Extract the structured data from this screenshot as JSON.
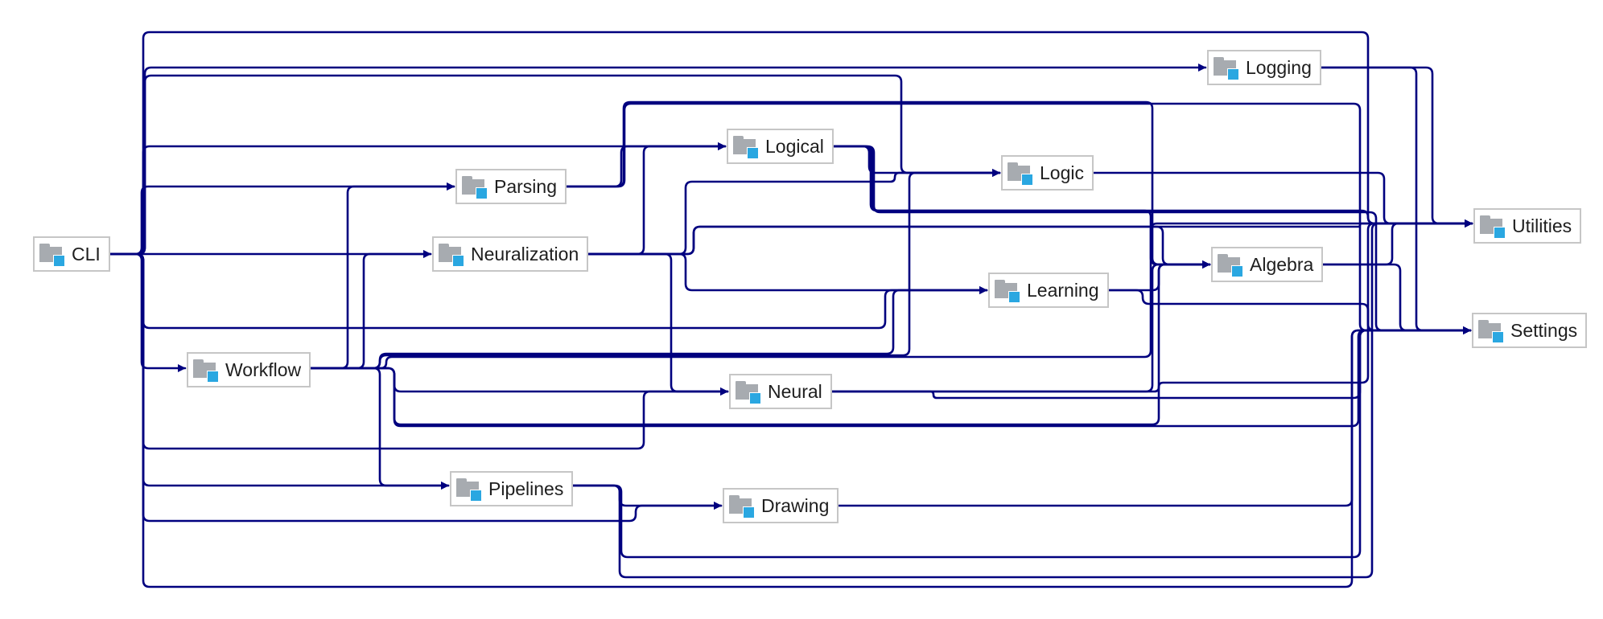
{
  "diagram": {
    "edge_color": "#00007f",
    "icon_colors": {
      "folder": "#a7abb0",
      "badge": "#2aa7e1"
    },
    "nodes": [
      {
        "id": "cli",
        "label": "CLI",
        "icon": "folder-icon"
      },
      {
        "id": "logging",
        "label": "Logging",
        "icon": "folder-icon"
      },
      {
        "id": "logical",
        "label": "Logical",
        "icon": "folder-icon"
      },
      {
        "id": "logic",
        "label": "Logic",
        "icon": "folder-icon"
      },
      {
        "id": "parsing",
        "label": "Parsing",
        "icon": "folder-icon"
      },
      {
        "id": "utilities",
        "label": "Utilities",
        "icon": "folder-icon"
      },
      {
        "id": "neuralization",
        "label": "Neuralization",
        "icon": "folder-icon"
      },
      {
        "id": "algebra",
        "label": "Algebra",
        "icon": "folder-icon"
      },
      {
        "id": "learning",
        "label": "Learning",
        "icon": "folder-icon"
      },
      {
        "id": "settings",
        "label": "Settings",
        "icon": "folder-icon"
      },
      {
        "id": "workflow",
        "label": "Workflow",
        "icon": "folder-icon"
      },
      {
        "id": "neural",
        "label": "Neural",
        "icon": "folder-icon"
      },
      {
        "id": "pipelines",
        "label": "Pipelines",
        "icon": "folder-icon"
      },
      {
        "id": "drawing",
        "label": "Drawing",
        "icon": "folder-icon"
      }
    ]
  }
}
